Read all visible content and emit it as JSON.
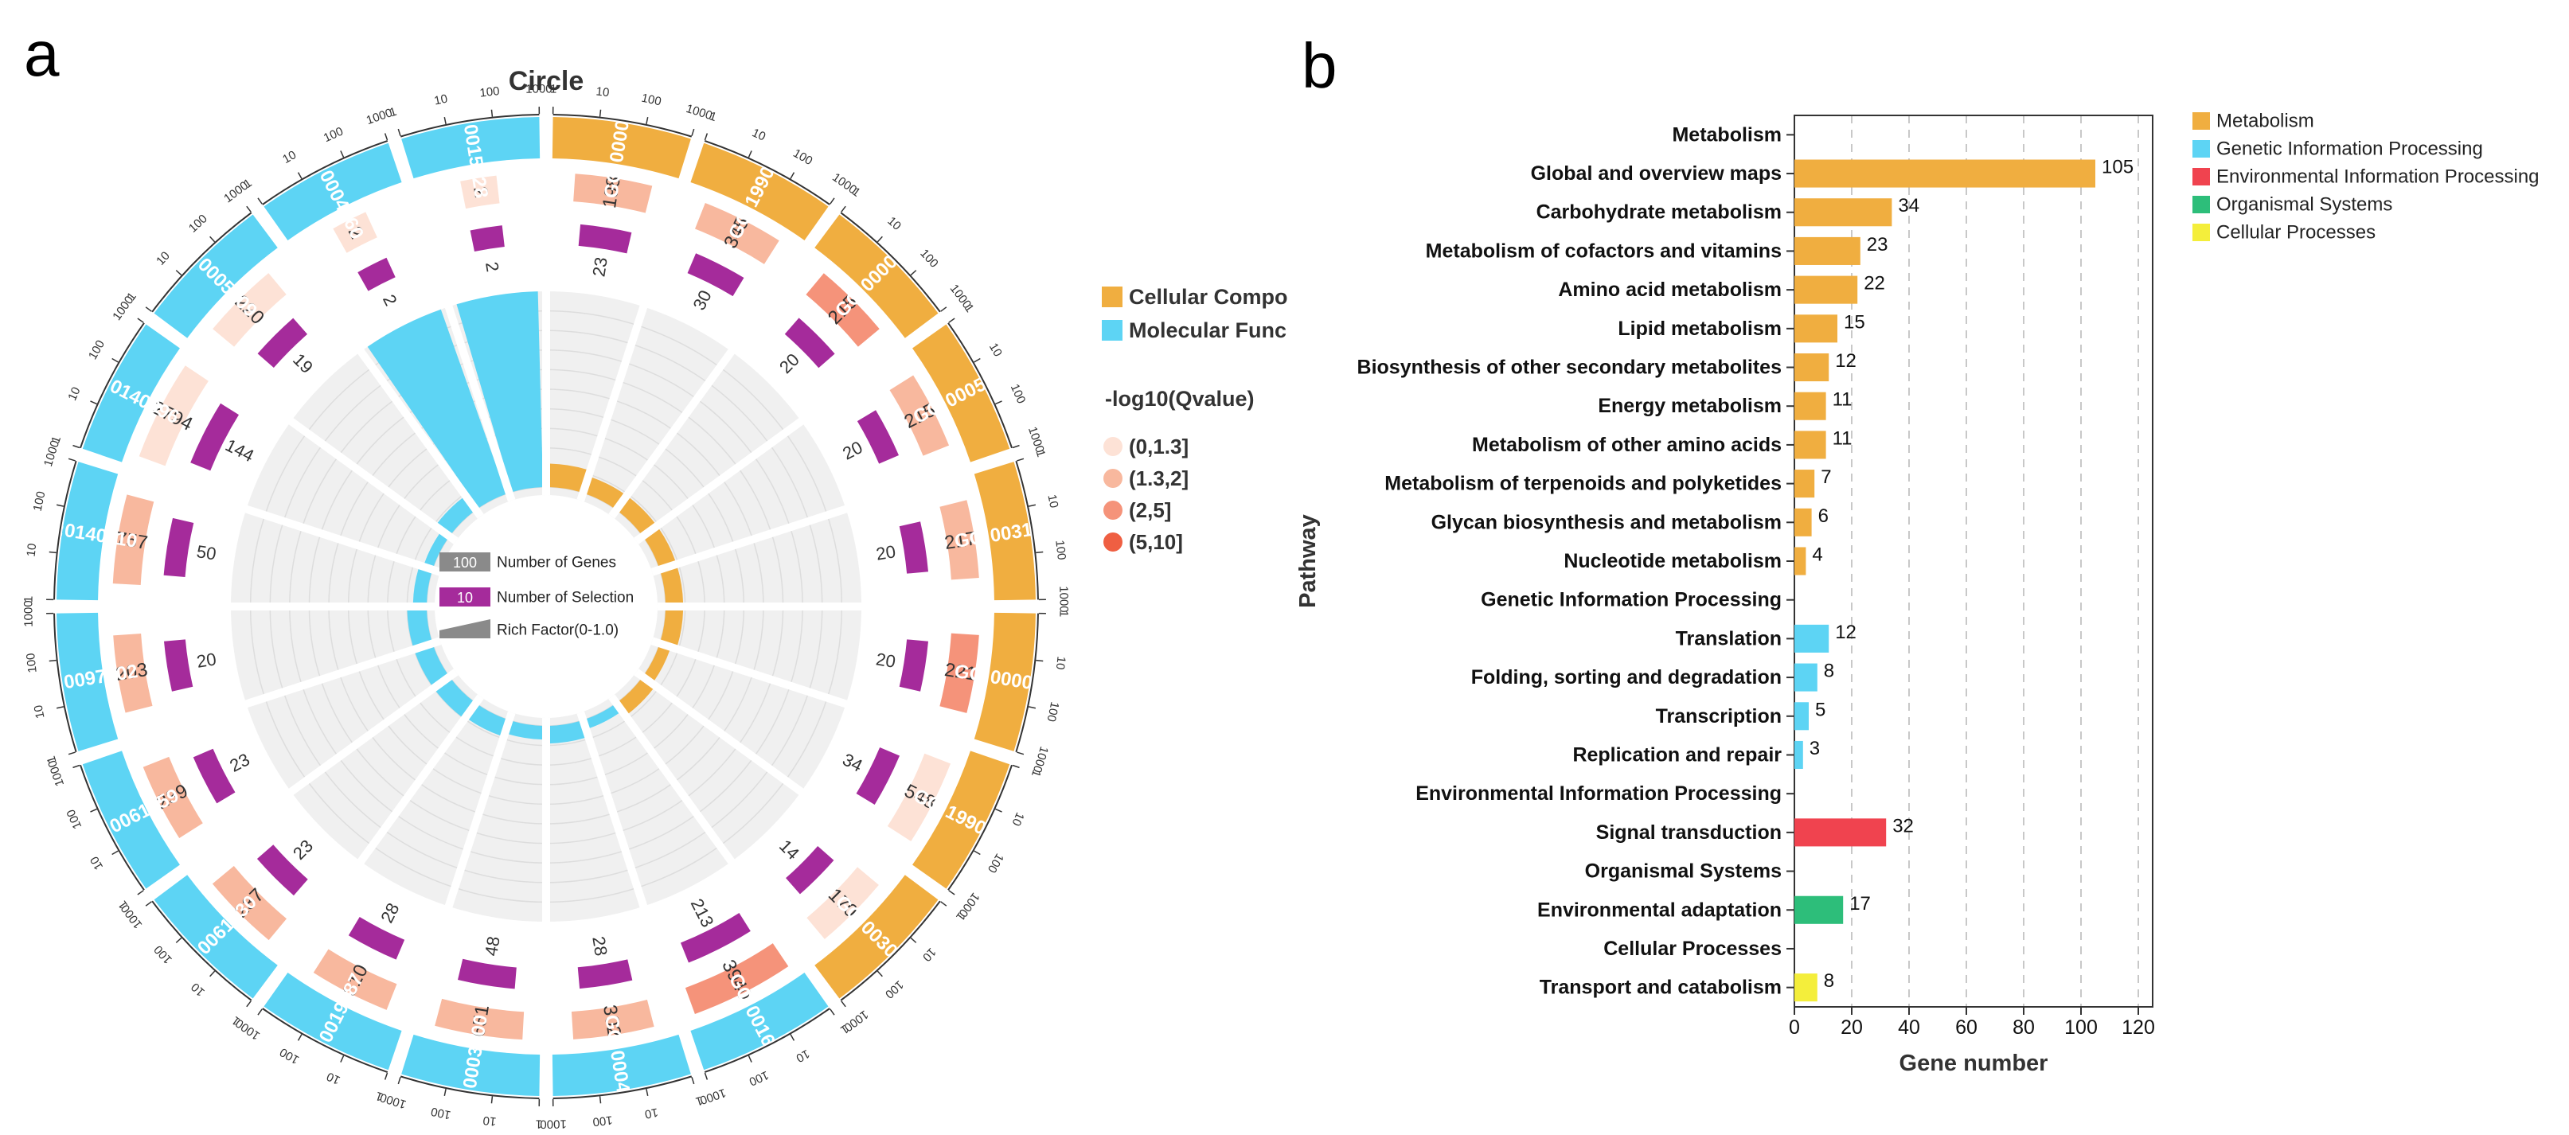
{
  "panels": {
    "a": "a",
    "b": "b"
  },
  "colors": {
    "cellular": "#F0AE40",
    "molecular": "#5DD4F4",
    "metabolism": "#F0AE40",
    "genetic": "#5DD4F4",
    "environmental": "#F0434F",
    "organismal": "#2DBE7A",
    "cellular_proc": "#F4EE3B",
    "sel_bar": "#A52B9B",
    "q1": "#FDE2D6",
    "q2": "#F8B89E",
    "q3": "#F5937A",
    "q4": "#EF5F42"
  },
  "chart_data": [
    {
      "type": "circular-bar",
      "title": "Circle",
      "scale_labels": [
        "1",
        "10",
        "100",
        "1000"
      ],
      "ring_rule": "bars in ring 3 show number of selected genes; bars in ring 2 show number of genes colored by q-value class; inner bar shows rich factor",
      "terms": [
        {
          "id": "GO:0000109",
          "category": "Cellular Component",
          "genes": 198,
          "selected": 23,
          "q_class": 2,
          "rich_factor": 0.12
        },
        {
          "id": "GO:1990391",
          "category": "Cellular Component",
          "genes": 345,
          "selected": 30,
          "q_class": 2,
          "rich_factor": 0.09
        },
        {
          "id": "GO:0000152",
          "category": "Cellular Component",
          "genes": 215,
          "selected": 20,
          "q_class": 3,
          "rich_factor": 0.09
        },
        {
          "id": "GO:0005680",
          "category": "Cellular Component",
          "genes": 215,
          "selected": 20,
          "q_class": 2,
          "rich_factor": 0.09
        },
        {
          "id": "GO:0031461",
          "category": "Cellular Component",
          "genes": 217,
          "selected": 20,
          "q_class": 2,
          "rich_factor": 0.09
        },
        {
          "id": "GO:0000151",
          "category": "Cellular Component",
          "genes": 221,
          "selected": 20,
          "q_class": 3,
          "rich_factor": 0.09
        },
        {
          "id": "GO:1990234",
          "category": "Cellular Component",
          "genes": 548,
          "selected": 34,
          "q_class": 1,
          "rich_factor": 0.06
        },
        {
          "id": "GO:0030312",
          "category": "Cellular Component",
          "genes": 170,
          "selected": 14,
          "q_class": 1,
          "rich_factor": 0.08
        },
        {
          "id": "GO:0016740",
          "category": "Molecular Function",
          "genes": 3940,
          "selected": 213,
          "q_class": 3,
          "rich_factor": 0.05
        },
        {
          "id": "GO:0004842",
          "category": "Molecular Function",
          "genes": 302,
          "selected": 28,
          "q_class": 2,
          "rich_factor": 0.09
        },
        {
          "id": "GO:0003700",
          "category": "Molecular Function",
          "genes": 651,
          "selected": 48,
          "q_class": 2,
          "rich_factor": 0.07
        },
        {
          "id": "GO:0019787",
          "category": "Molecular Function",
          "genes": 310,
          "selected": 28,
          "q_class": 2,
          "rich_factor": 0.09
        },
        {
          "id": "GO:0061630",
          "category": "Molecular Function",
          "genes": 237,
          "selected": 23,
          "q_class": 2,
          "rich_factor": 0.1
        },
        {
          "id": "GO:0061659",
          "category": "Molecular Function",
          "genes": 239,
          "selected": 23,
          "q_class": 2,
          "rich_factor": 0.1
        },
        {
          "id": "GO:0097602",
          "category": "Molecular Function",
          "genes": 203,
          "selected": 20,
          "q_class": 2,
          "rich_factor": 0.1
        },
        {
          "id": "GO:0140110",
          "category": "Molecular Function",
          "genes": 757,
          "selected": 50,
          "q_class": 2,
          "rich_factor": 0.07
        },
        {
          "id": "GO:0140096",
          "category": "Molecular Function",
          "genes": 2794,
          "selected": 144,
          "q_class": 1,
          "rich_factor": 0.05
        },
        {
          "id": "GO:0005509",
          "category": "Molecular Function",
          "genes": 220,
          "selected": 19,
          "q_class": 1,
          "rich_factor": 0.09
        },
        {
          "id": "GO:0004560",
          "category": "Molecular Function",
          "genes": 2,
          "selected": 2,
          "q_class": 1,
          "rich_factor": 1.0
        },
        {
          "id": "GO:0015928",
          "category": "Molecular Function",
          "genes": 2,
          "selected": 2,
          "q_class": 1,
          "rich_factor": 1.0
        }
      ],
      "legend_categories": [
        {
          "label": "Cellular Compo",
          "color": "#F0AE40"
        },
        {
          "label": "Molecular Func",
          "color": "#5DD4F4"
        }
      ],
      "qvalue_title": "-log10(Qvalue)",
      "qvalue_classes": [
        {
          "label": "(0,1.3]",
          "color": "#FDE2D6"
        },
        {
          "label": "(1.3,2]",
          "color": "#F8B89E"
        },
        {
          "label": "(2,5]",
          "color": "#F5937A"
        },
        {
          "label": "(5,10]",
          "color": "#EF5F42"
        }
      ],
      "center_legend": [
        {
          "value": "100",
          "label": "Number of Genes"
        },
        {
          "value": "10",
          "label": "Number of Selection"
        },
        {
          "value": "",
          "label": "Rich Factor(0-1.0)"
        }
      ]
    },
    {
      "type": "bar",
      "orientation": "horizontal",
      "xlabel": "Gene number",
      "ylabel": "Pathway",
      "xlim": [
        0,
        125
      ],
      "xticks": [
        0,
        20,
        40,
        60,
        80,
        100,
        120
      ],
      "grid": "vertical dashed",
      "legend_position": "right",
      "legend": [
        {
          "label": "Metabolism",
          "color": "#F0AE40"
        },
        {
          "label": "Genetic Information Processing",
          "color": "#5DD4F4"
        },
        {
          "label": "Environmental Information Processing",
          "color": "#F0434F"
        },
        {
          "label": "Organismal Systems",
          "color": "#2DBE7A"
        },
        {
          "label": "Cellular Processes",
          "color": "#F4EE3B"
        }
      ],
      "rows": [
        {
          "label": "Metabolism",
          "value": null,
          "group": "metabolism"
        },
        {
          "label": "Global and overview maps",
          "value": 105,
          "group": "metabolism"
        },
        {
          "label": "Carbohydrate metabolism",
          "value": 34,
          "group": "metabolism"
        },
        {
          "label": "Metabolism of cofactors and vitamins",
          "value": 23,
          "group": "metabolism"
        },
        {
          "label": "Amino acid metabolism",
          "value": 22,
          "group": "metabolism"
        },
        {
          "label": "Lipid metabolism",
          "value": 15,
          "group": "metabolism"
        },
        {
          "label": "Biosynthesis of other secondary metabolites",
          "value": 12,
          "group": "metabolism"
        },
        {
          "label": "Energy metabolism",
          "value": 11,
          "group": "metabolism"
        },
        {
          "label": "Metabolism of other amino acids",
          "value": 11,
          "group": "metabolism"
        },
        {
          "label": "Metabolism of terpenoids and polyketides",
          "value": 7,
          "group": "metabolism"
        },
        {
          "label": "Glycan biosynthesis and metabolism",
          "value": 6,
          "group": "metabolism"
        },
        {
          "label": "Nucleotide metabolism",
          "value": 4,
          "group": "metabolism"
        },
        {
          "label": "Genetic Information Processing",
          "value": null,
          "group": "genetic"
        },
        {
          "label": "Translation",
          "value": 12,
          "group": "genetic"
        },
        {
          "label": "Folding, sorting and degradation",
          "value": 8,
          "group": "genetic"
        },
        {
          "label": "Transcription",
          "value": 5,
          "group": "genetic"
        },
        {
          "label": "Replication and repair",
          "value": 3,
          "group": "genetic"
        },
        {
          "label": "Environmental Information Processing",
          "value": null,
          "group": "environmental"
        },
        {
          "label": "Signal transduction",
          "value": 32,
          "group": "environmental"
        },
        {
          "label": "Organismal Systems",
          "value": null,
          "group": "organismal"
        },
        {
          "label": "Environmental adaptation",
          "value": 17,
          "group": "organismal"
        },
        {
          "label": "Cellular Processes",
          "value": null,
          "group": "cellular_proc"
        },
        {
          "label": "Transport and catabolism",
          "value": 8,
          "group": "cellular_proc"
        }
      ]
    }
  ]
}
